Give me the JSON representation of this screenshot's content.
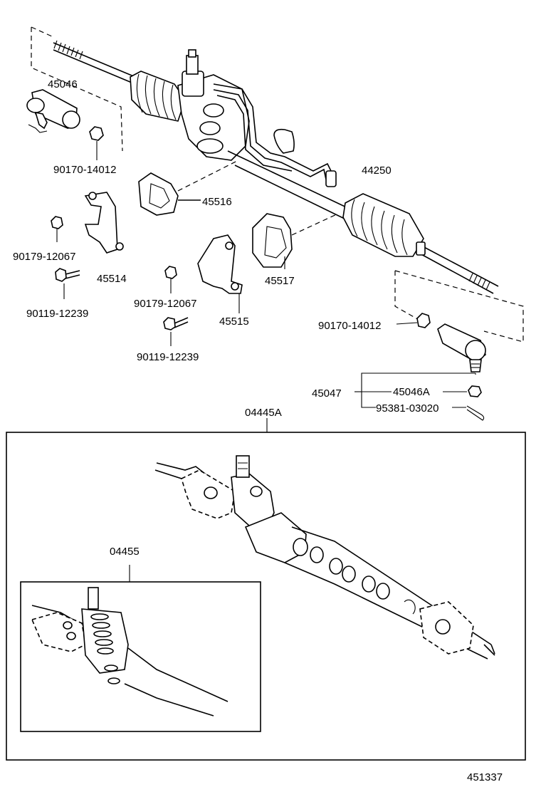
{
  "labels": {
    "p45046": "45046",
    "p90170_a": "90170-14012",
    "p45516": "45516",
    "p44250": "44250",
    "p90179_a": "90179-12067",
    "p45514": "45514",
    "p90119_a": "90119-12239",
    "p90179_b": "90179-12067",
    "p45515": "45515",
    "p45517": "45517",
    "p90119_b": "90119-12239",
    "p90170_b": "90170-14012",
    "p45047": "45047",
    "p45046A": "45046A",
    "p95381": "95381-03020",
    "p04445A": "04445A",
    "p04455": "04455",
    "figure_id": "451337"
  }
}
